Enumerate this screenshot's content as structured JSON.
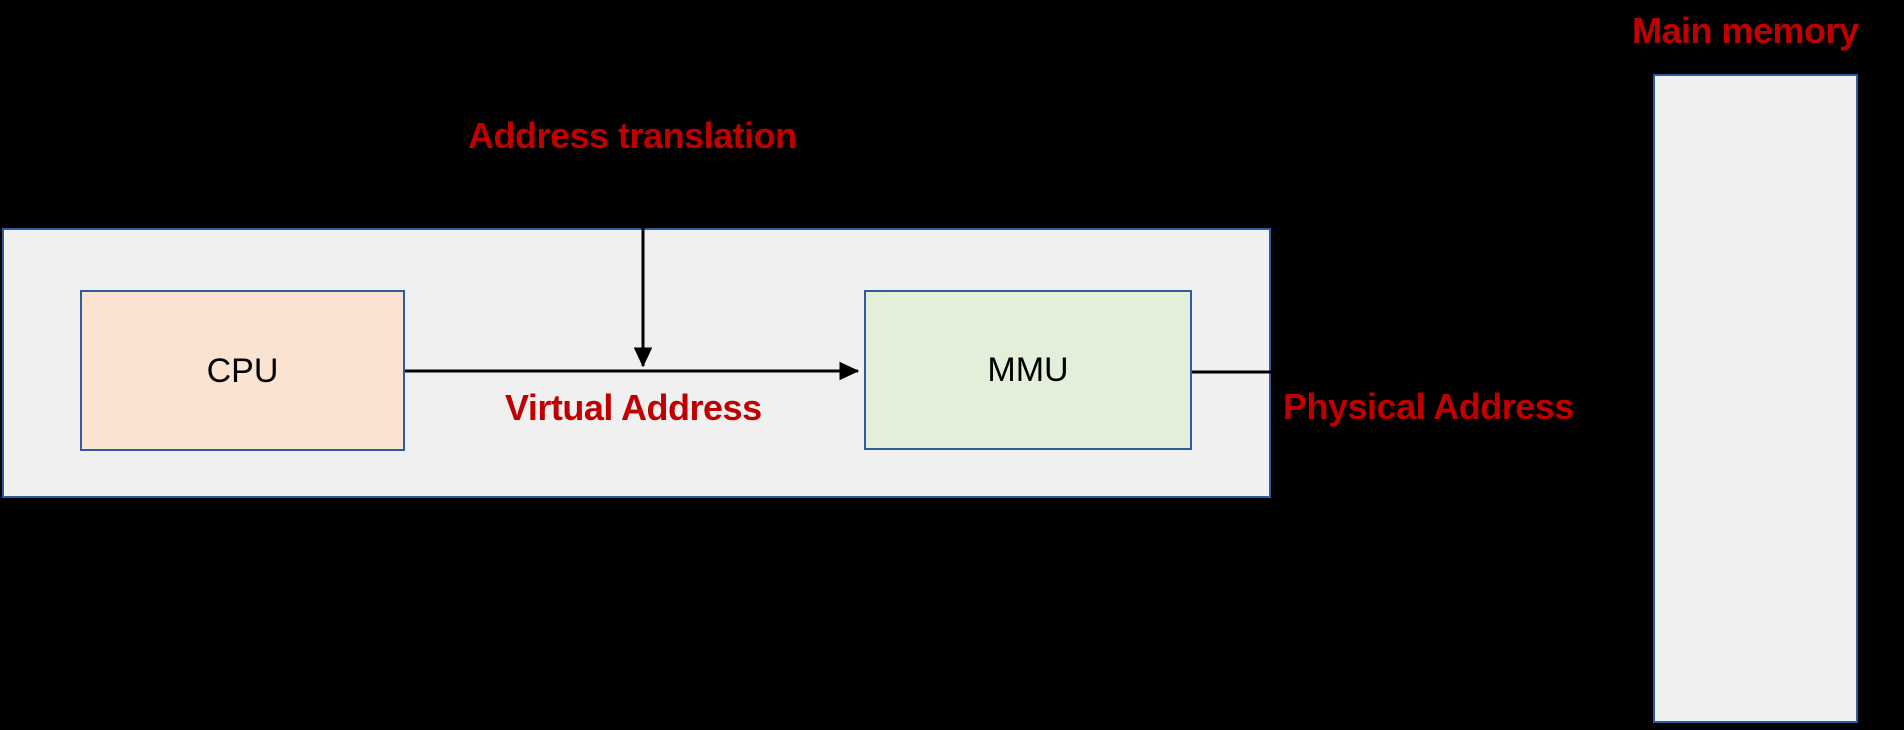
{
  "diagram": {
    "title": "Address translation (CPU / MMU / Main memory)",
    "background_color": "#000000",
    "accent_color": "#C00000",
    "border_color": "#2E5B9C",
    "boxes": {
      "outer": {
        "label": "",
        "fill": "#F0F0F0"
      },
      "cpu": {
        "label": "CPU",
        "fill": "#FBE3D2"
      },
      "mmu": {
        "label": "MMU",
        "fill": "#E3EFD9"
      },
      "memory": {
        "label": "",
        "fill": "#F0F0F0"
      }
    },
    "annotations": {
      "address_translation": "Address translation",
      "virtual_address": "Virtual Address",
      "physical_address": "Physical Address",
      "main_memory": "Main memory"
    },
    "connectors": [
      {
        "name": "cpu-to-mmu",
        "from": "cpu",
        "to": "mmu",
        "arrow": true
      },
      {
        "name": "translation-pointer",
        "from": "address-translation",
        "to": "cpu-mmu-link",
        "arrow": true
      },
      {
        "name": "mmu-to-memory",
        "from": "mmu",
        "to": "memory",
        "arrow": false
      }
    ]
  }
}
